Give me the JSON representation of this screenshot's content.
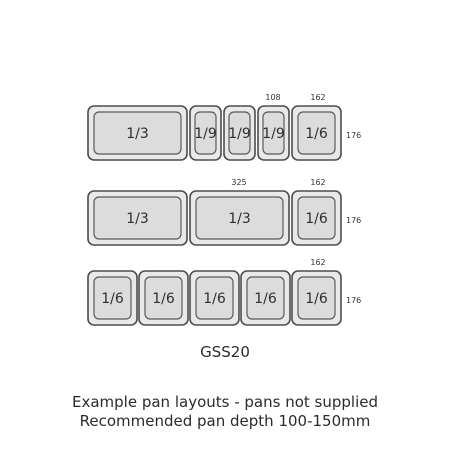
{
  "rows": [
    {
      "pans": [
        "1/3",
        "1/9",
        "1/9",
        "1/9",
        "1/6"
      ],
      "dims_top": [
        "108",
        "162"
      ],
      "dim_side": "176"
    },
    {
      "pans": [
        "1/3",
        "1/3",
        "1/6"
      ],
      "dims_top": [
        "325",
        "162"
      ],
      "dim_side": "176"
    },
    {
      "pans": [
        "1/6",
        "1/6",
        "1/6",
        "1/6",
        "1/6"
      ],
      "dims_top": [
        "162"
      ],
      "dim_side": "176"
    }
  ],
  "model": "GSS20",
  "caption": {
    "line1": "Example pan layouts - pans not supplied",
    "line2": "Recommended pan depth 100-150mm"
  }
}
